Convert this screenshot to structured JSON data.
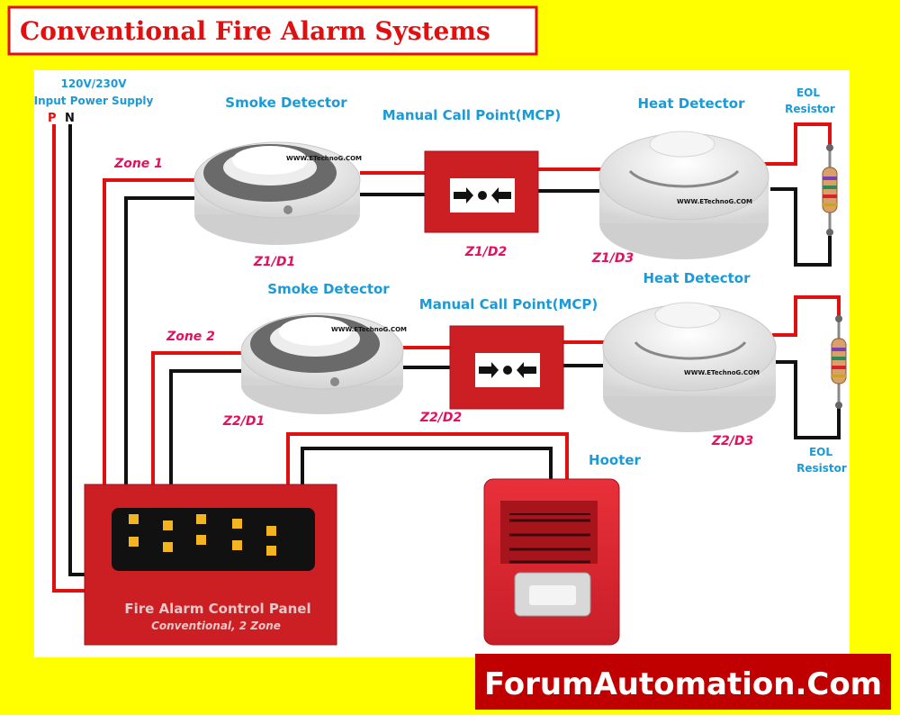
{
  "title": "Conventional Fire Alarm Systems",
  "footer": "ForumAutomation.Com",
  "power": {
    "line1": "120V/230V",
    "line2": "Input Power Supply",
    "p": "P",
    "n": "N"
  },
  "zones": {
    "zone1": "Zone 1",
    "zone2": "Zone 2"
  },
  "devices": {
    "smoke1": "Smoke Detector",
    "mcp1": "Manual Call Point(MCP)",
    "heat1": "Heat Detector",
    "smoke2": "Smoke Detector",
    "mcp2": "Manual Call Point(MCP)",
    "heat2": "Heat Detector",
    "hooter": "Hooter"
  },
  "device_ids": {
    "z1d1": "Z1/D1",
    "z1d2": "Z1/D2",
    "z1d3": "Z1/D3",
    "z2d1": "Z2/D1",
    "z2d2": "Z2/D2",
    "z2d3": "Z2/D3"
  },
  "eol": {
    "top_line1": "EOL",
    "top_line2": "Resistor",
    "bottom_line1": "EOL",
    "bottom_line2": "Resistor"
  },
  "watermark": "WWW.ETechnoG.COM",
  "panel": {
    "name": "Fire Alarm Control Panel",
    "subtitle": "Conventional, 2 Zone"
  },
  "colors": {
    "accent_red": "#cc1f24",
    "label_blue": "#1a9ad6",
    "zone_pink": "#e0115f",
    "background": "#ffff00"
  }
}
